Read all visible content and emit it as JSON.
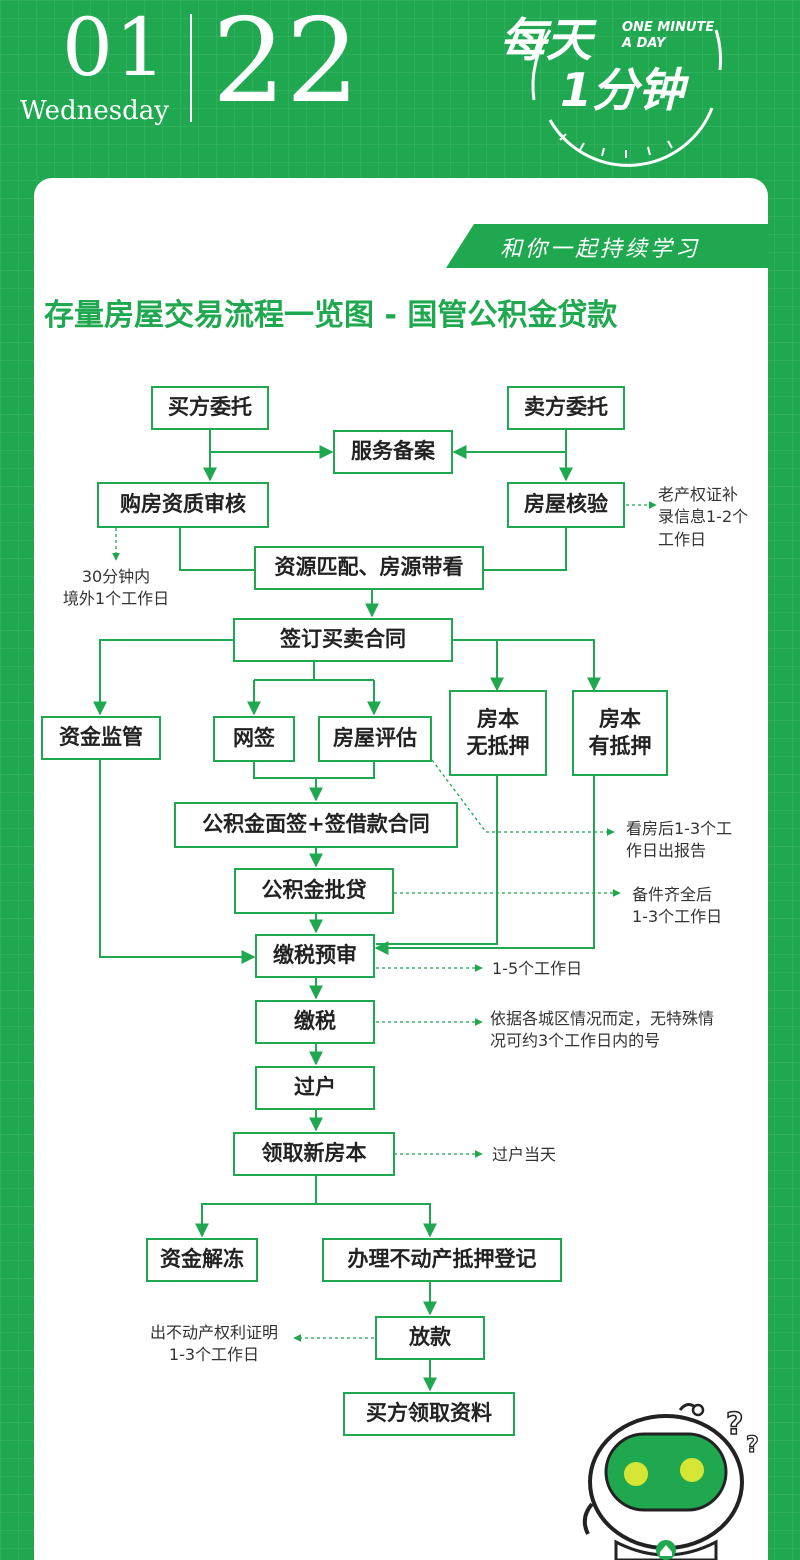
{
  "header": {
    "month": "01",
    "weekday": "Wednesday",
    "day": "22",
    "logo_main": "每天",
    "logo_sub": "1分钟",
    "logo_en_line1": "ONE MINUTE",
    "logo_en_line2": "A DAY"
  },
  "banner": "和你一起持续学习",
  "title": "存量房屋交易流程一览图 - 国管公积金贷款",
  "nodes": {
    "buyer_entrust": "买方委托",
    "seller_entrust": "卖方委托",
    "service_filing": "服务备案",
    "buyer_qualification": "购房资质审核",
    "house_verification": "房屋核验",
    "matching": "资源匹配、房源带看",
    "sign_contract": "签订买卖合同",
    "fund_supervision": "资金监管",
    "online_sign": "网签",
    "appraisal": "房屋评估",
    "no_mortgage_l1": "房本",
    "no_mortgage_l2": "无抵押",
    "mortgage_l1": "房本",
    "mortgage_l2": "有抵押",
    "fund_interview": "公积金面签+签借款合同",
    "fund_approval": "公积金批贷",
    "tax_precheck": "缴税预审",
    "pay_tax": "缴税",
    "transfer": "过户",
    "new_certificate": "领取新房本",
    "fund_unfreeze": "资金解冻",
    "mortgage_registration": "办理不动产抵押登记",
    "loan_release": "放款",
    "buyer_documents": "买方领取资料"
  },
  "notes": {
    "qualification_time_l1": "30分钟内",
    "qualification_time_l2": "境外1个工作日",
    "old_cert_l1": "老产权证补",
    "old_cert_l2": "录信息1-2个",
    "old_cert_l3": "工作日",
    "appraisal_report_l1": "看房后1-3个工",
    "appraisal_report_l2": "作日出报告",
    "approval_time_l1": "备件齐全后",
    "approval_time_l2": "1-3个工作日",
    "precheck_time": "1-5个工作日",
    "tax_time_l1": "依据各城区情况而定，无特殊情",
    "tax_time_l2": "况可约3个工作日内的号",
    "transfer_day": "过户当天",
    "right_cert_l1": "出不动产权利证明",
    "right_cert_l2": "1-3个工作日"
  },
  "colors": {
    "brand_green": "#1fa84f",
    "card_white": "#ffffff",
    "text_dark": "#222222",
    "robot_eye": "#d7e634"
  }
}
